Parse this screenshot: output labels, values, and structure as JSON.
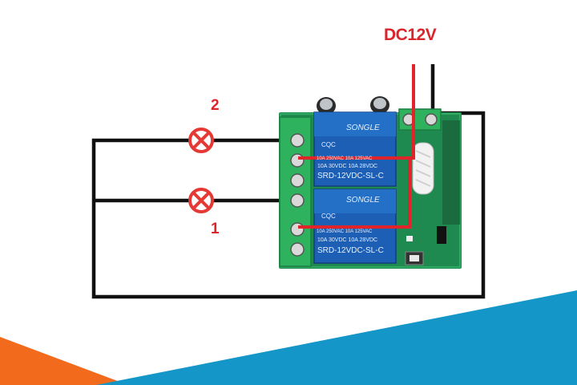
{
  "labels": {
    "power": "DC12V",
    "lamp_top": "2",
    "lamp_bottom": "1"
  },
  "relays": [
    {
      "brand": "SONGLE",
      "cert": "CQC",
      "rating_a": "10A 250VAC  10A 125VAC",
      "rating_b": "10A 30VDC   10A 28VDC",
      "model": "SRD-12VDC-SL-C"
    },
    {
      "brand": "SONGLE",
      "cert": "CQC",
      "rating_a": "10A 250VAC  10A 125VAC",
      "rating_b": "10A 30VDC   10A 28VDC",
      "model": "SRD-12VDC-SL-C"
    }
  ],
  "colors": {
    "wire_black": "#111111",
    "wire_red": "#e0242a",
    "lamp": "#e53935",
    "pcb": "#1f8a4f",
    "terminal": "#2fb25e",
    "relay": "#1c5fb5",
    "accent_orange": "#f26a1b",
    "accent_blue": "#1496c8"
  },
  "icons": {
    "lamp": "lamp-icon",
    "relay": "relay-icon",
    "terminal": "screw-terminal-icon"
  }
}
